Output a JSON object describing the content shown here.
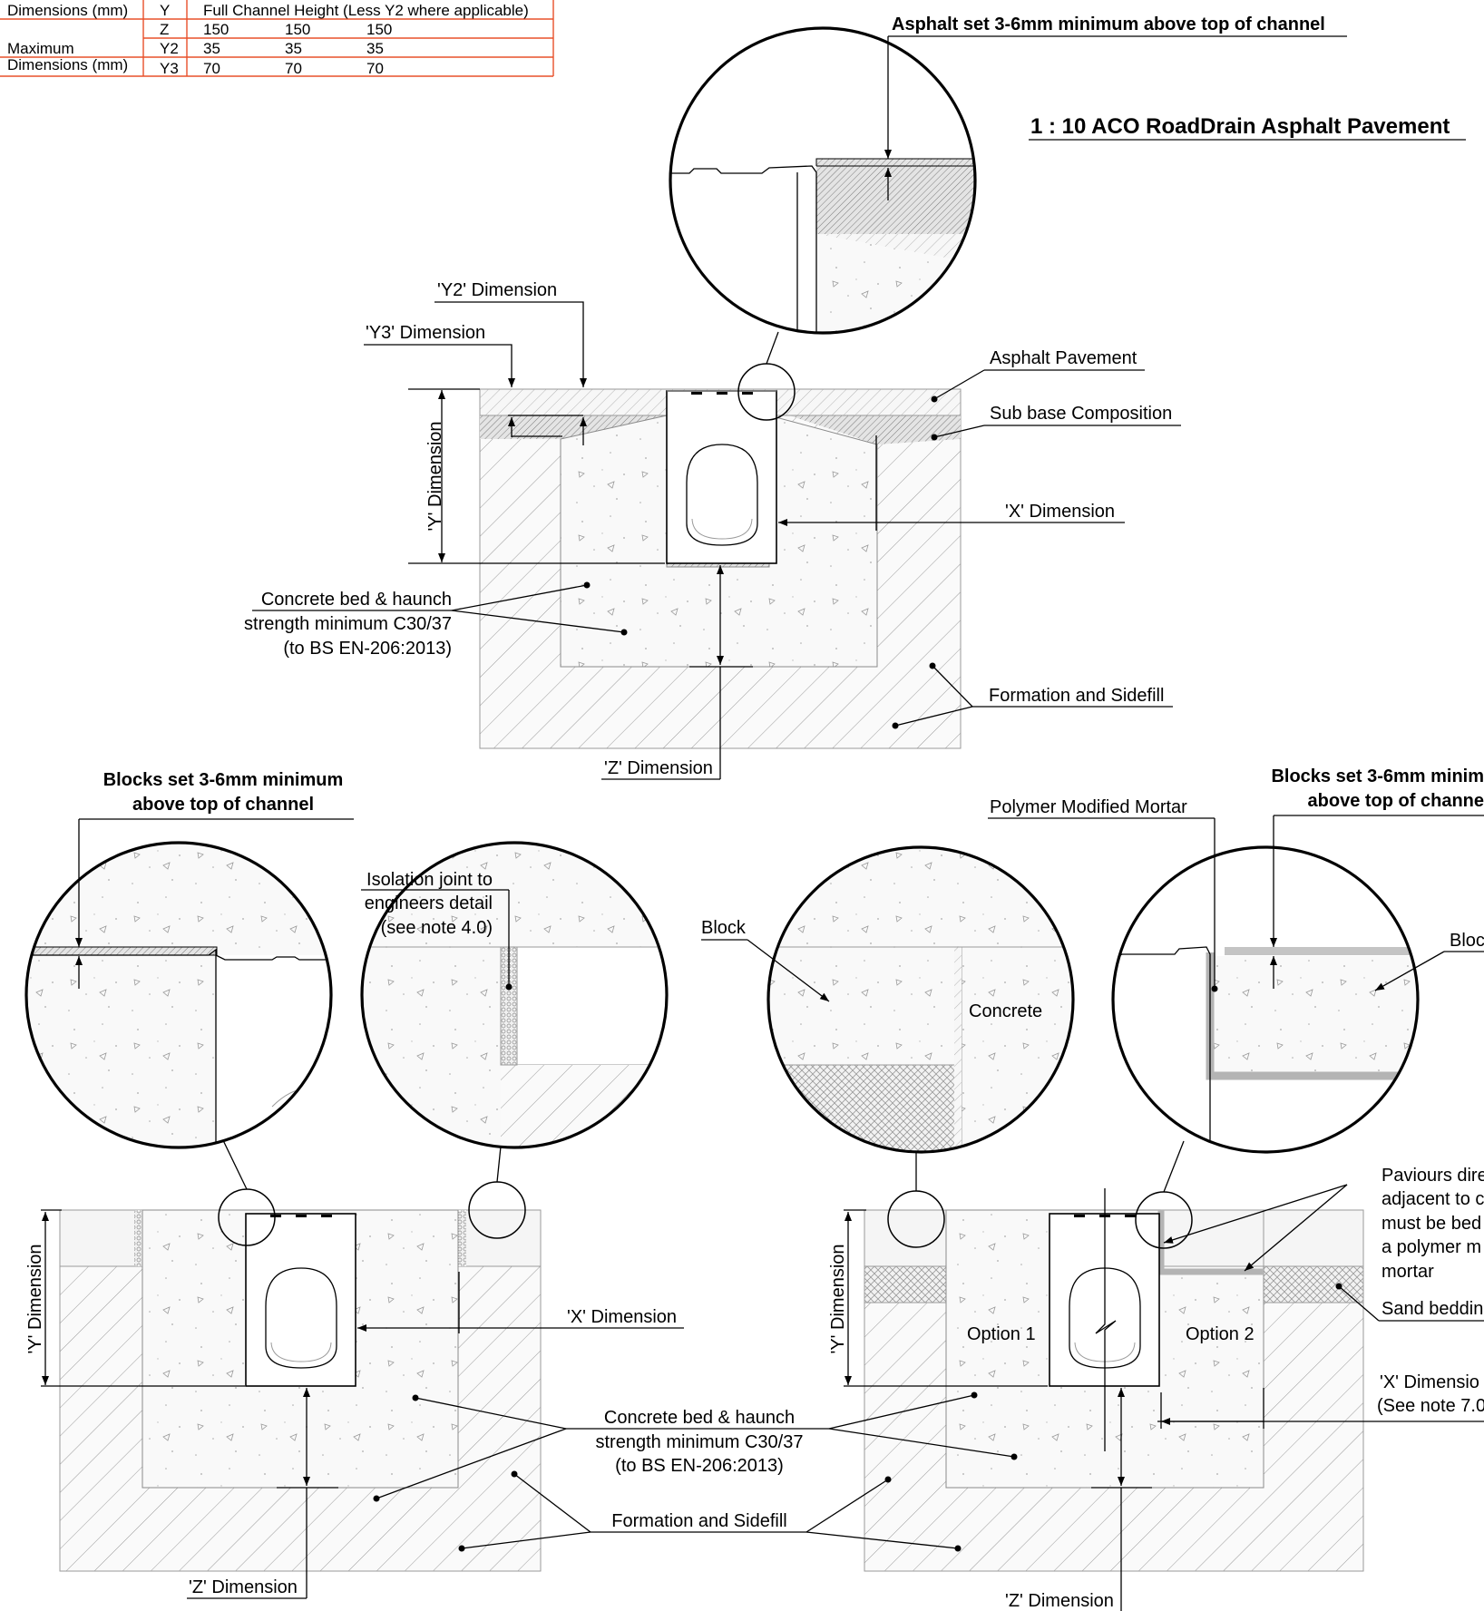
{
  "table": {
    "r1": [
      "Dimensions (mm)",
      "Y",
      "Full Channel Height (Less Y2 where applicable)"
    ],
    "r2": [
      "Z",
      "150",
      "150",
      "150"
    ],
    "r3": [
      "Maximum",
      "Y2",
      "35",
      "35",
      "35"
    ],
    "r4": [
      "Dimensions (mm)",
      "Y3",
      "70",
      "70",
      "70"
    ]
  },
  "title": "1 : 10 ACO RoadDrain Asphalt Pavement",
  "top": {
    "asphalt_note": "Asphalt set 3-6mm minimum above top of channel",
    "y2": "'Y2' Dimension",
    "y3": "'Y3' Dimension",
    "y": "'Y' Dimension",
    "asphalt": "Asphalt Pavement",
    "subbase": "Sub base Composition",
    "x": "'X' Dimension",
    "concrete": [
      "Concrete bed & haunch",
      "strength minimum C30/37",
      "(to BS EN-206:2013)"
    ],
    "formation": "Formation and Sidefill",
    "z": "'Z' Dimension"
  },
  "left": {
    "blocks_note": [
      "Blocks set 3-6mm minimum",
      "above top of channel"
    ],
    "isolation": [
      "Isolation joint to",
      "engineers detail",
      "(see note 4.0)"
    ],
    "y": "'Y' Dimension",
    "x": "'X' Dimension",
    "concrete": [
      "Concrete bed & haunch",
      "strength minimum C30/37",
      "(to BS EN-206:2013)"
    ],
    "formation": "Formation and Sidefill",
    "z": "'Z' Dimension"
  },
  "right": {
    "blocks_note": [
      "Blocks set 3-6mm minim",
      "above top of channe"
    ],
    "polymer": "Polymer Modified Mortar",
    "block_l": "Block",
    "concrete_word": "Concrete",
    "block_r": "Bloc",
    "paviours": [
      "Paviours dire",
      "adjacent to c",
      "must be bed",
      "a polymer m",
      "mortar"
    ],
    "sand": "Sand beddin",
    "option1": "Option 1",
    "option2": "Option 2",
    "y": "'Y' Dimension",
    "x": [
      "'X' Dimensio",
      "(See note 7.0"
    ],
    "z": "'Z' Dimension"
  }
}
